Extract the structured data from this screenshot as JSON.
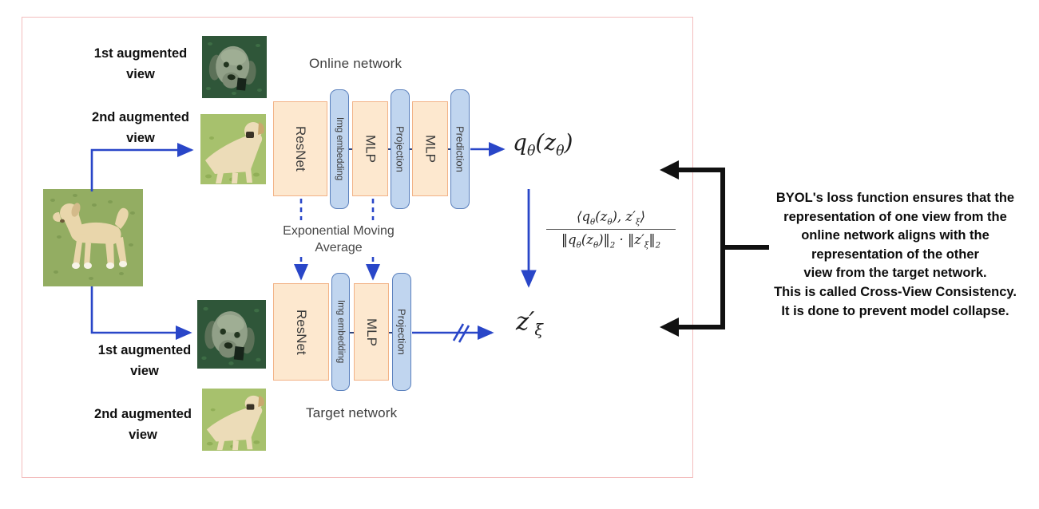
{
  "colors": {
    "accent_blue": "#2946c8",
    "block_orange_fill": "#fde8cf",
    "block_orange_border": "#f2b286",
    "pill_blue_fill": "#c0d5ef",
    "pill_blue_border": "#5a80bd",
    "frame_pink": "#f3bdbd",
    "bracket_black": "#111111"
  },
  "views": {
    "top_first_line1": "1st  augmented",
    "top_first_line2": "view",
    "top_second_line1": "2nd augmented",
    "top_second_line2": "view",
    "bottom_first_line1": "1st augmented",
    "bottom_first_line2": "view",
    "bottom_second_line1": "2nd augmented",
    "bottom_second_line2": "view"
  },
  "online": {
    "title": "Online network",
    "blocks": {
      "resnet": "ResNet",
      "img_embedding": "Img embedding",
      "mlp1": "MLP",
      "projection": "Projection",
      "mlp2": "MLP",
      "prediction": "Prediction"
    },
    "output_html": "q<sub>θ</sub>(z<sub>θ</sub>)"
  },
  "target": {
    "title": "Target network",
    "blocks": {
      "resnet": "ResNet",
      "img_embedding": "Img embedding",
      "mlp": "MLP",
      "projection": "Projection"
    },
    "output_html": "z′<sub>ξ</sub>"
  },
  "ema": {
    "line1": "Exponential Moving",
    "line2": "Average"
  },
  "loss": {
    "numerator_html": "⟨q<sub>θ</sub>(z<sub>θ</sub>), z′<sub>ξ</sub>⟩",
    "denominator_html": "‖q<sub>θ</sub>(z<sub>θ</sub>)‖<sub>2</sub> · ‖z′<sub>ξ</sub>‖<sub>2</sub>"
  },
  "annotation": {
    "lines": [
      "BYOL's loss function ensures that the",
      "representation of one view from the",
      "online network aligns with the",
      "representation of the other",
      "view from the target network.",
      "This is called Cross-View Consistency.",
      "It is done to prevent model collapse."
    ]
  }
}
